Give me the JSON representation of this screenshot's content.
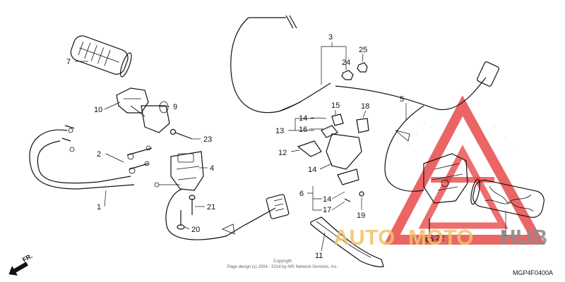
{
  "diagram": {
    "callouts": [
      {
        "id": "c1",
        "text": "1"
      },
      {
        "id": "c2",
        "text": "2"
      },
      {
        "id": "c3",
        "text": "3"
      },
      {
        "id": "c4",
        "text": "4"
      },
      {
        "id": "c5",
        "text": "5"
      },
      {
        "id": "c6",
        "text": "6"
      },
      {
        "id": "c7",
        "text": "7"
      },
      {
        "id": "c8",
        "text": "8"
      },
      {
        "id": "c9",
        "text": "9"
      },
      {
        "id": "c10",
        "text": "10"
      },
      {
        "id": "c11",
        "text": "11"
      },
      {
        "id": "c12",
        "text": "12"
      },
      {
        "id": "c13",
        "text": "13"
      },
      {
        "id": "c14a",
        "text": "14"
      },
      {
        "id": "c14b",
        "text": "14"
      },
      {
        "id": "c14c",
        "text": "14"
      },
      {
        "id": "c15",
        "text": "15"
      },
      {
        "id": "c16",
        "text": "16"
      },
      {
        "id": "c17",
        "text": "17"
      },
      {
        "id": "c18",
        "text": "18"
      },
      {
        "id": "c19",
        "text": "19"
      },
      {
        "id": "c20",
        "text": "20"
      },
      {
        "id": "c21",
        "text": "21"
      },
      {
        "id": "c22",
        "text": "22"
      },
      {
        "id": "c23",
        "text": "23"
      },
      {
        "id": "c24",
        "text": "24"
      },
      {
        "id": "c25",
        "text": "25"
      }
    ],
    "copyright_title": "Copyright",
    "copyright_line": "Page design (c) 2004 - 2014 by ARI Network Services, Inc.",
    "direction_label": "FR.",
    "diagram_code": "MGP4F0400A"
  },
  "watermark": {
    "part1": "AUTO",
    "part2": "MOTO",
    "part3": "HUB",
    "logo_color": "#e84a4a",
    "accent_color": "#f2c36b"
  }
}
